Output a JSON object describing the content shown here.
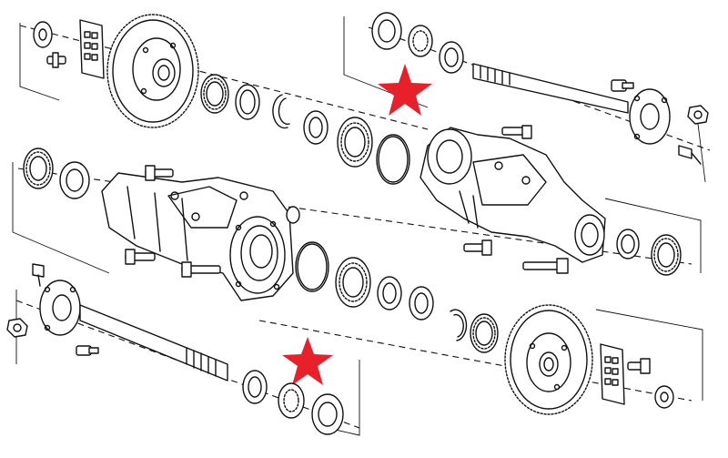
{
  "diagram": {
    "type": "exploded-parts-drawing",
    "ink_color": "#111111",
    "marker_color": "#e8202a",
    "markers": [
      {
        "name": "upper-right-marker",
        "icon": "star"
      },
      {
        "name": "lower-left-marker",
        "icon": "star"
      }
    ]
  }
}
